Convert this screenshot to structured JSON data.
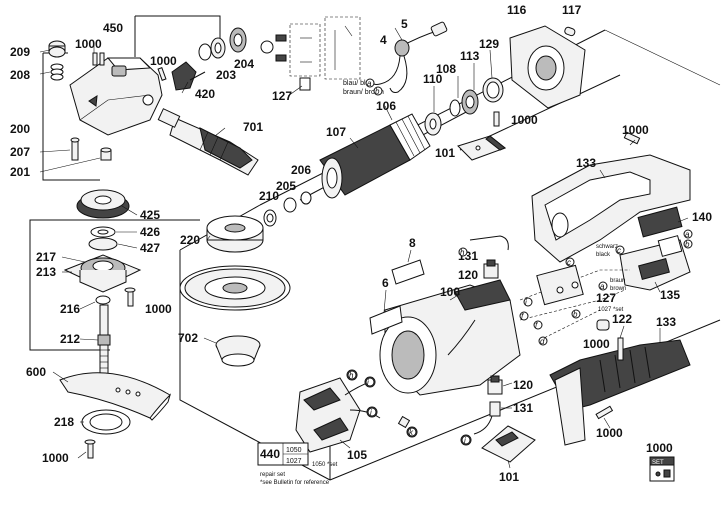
{
  "labels": {
    "p450": "450",
    "p209": "209",
    "p1000_a": "1000",
    "p208": "208",
    "p1000_b": "1000",
    "p200": "200",
    "p207": "207",
    "p201": "201",
    "p203": "203",
    "p204": "204",
    "p420": "420",
    "p701": "701",
    "p5": "5",
    "p4": "4",
    "p127_a": "127",
    "p106": "106",
    "p107": "107",
    "p110": "110",
    "p108": "108",
    "p113": "113",
    "p129": "129",
    "p116": "116",
    "p117": "117",
    "p1000_c": "1000",
    "p101_a": "101",
    "p206": "206",
    "p205": "205",
    "p210": "210",
    "p425": "425",
    "p426": "426",
    "p427": "427",
    "p217": "217",
    "p213": "213",
    "p216": "216",
    "p1000_d": "1000",
    "p212": "212",
    "p600": "600",
    "p218": "218",
    "p1000_e": "1000",
    "p220": "220",
    "p702": "702",
    "p8": "8",
    "p6": "6",
    "p100": "100",
    "p131_a": "131",
    "p120_a": "120",
    "p1000_f": "1000",
    "p133_a": "133",
    "p140": "140",
    "p127_b": "127",
    "p135": "135",
    "p122": "122",
    "p1000_g": "1000",
    "p133_b": "133",
    "p440": "440",
    "p1050": "1050",
    "p1027": "1027",
    "p105": "105",
    "p120_b": "120",
    "p131_b": "131",
    "p101_b": "101",
    "p1000_h": "1000",
    "p1000_i": "1000"
  },
  "wire_text": {
    "blau_blue": "blau/ blue",
    "braun_brown": "braun/ brown",
    "schwarz": "schwarz",
    "black": "black",
    "braun": "braun",
    "brown": "brown",
    "set_1027": "1027 *set",
    "set_1050": "1050 *set"
  },
  "connector_letters": [
    "a",
    "b",
    "c",
    "d",
    "e",
    "f",
    "h",
    "i",
    "k"
  ],
  "legend": {
    "repair_set": "repair set",
    "bulletin": "*see Bulletin for reference"
  },
  "set_icon_text": "SET"
}
